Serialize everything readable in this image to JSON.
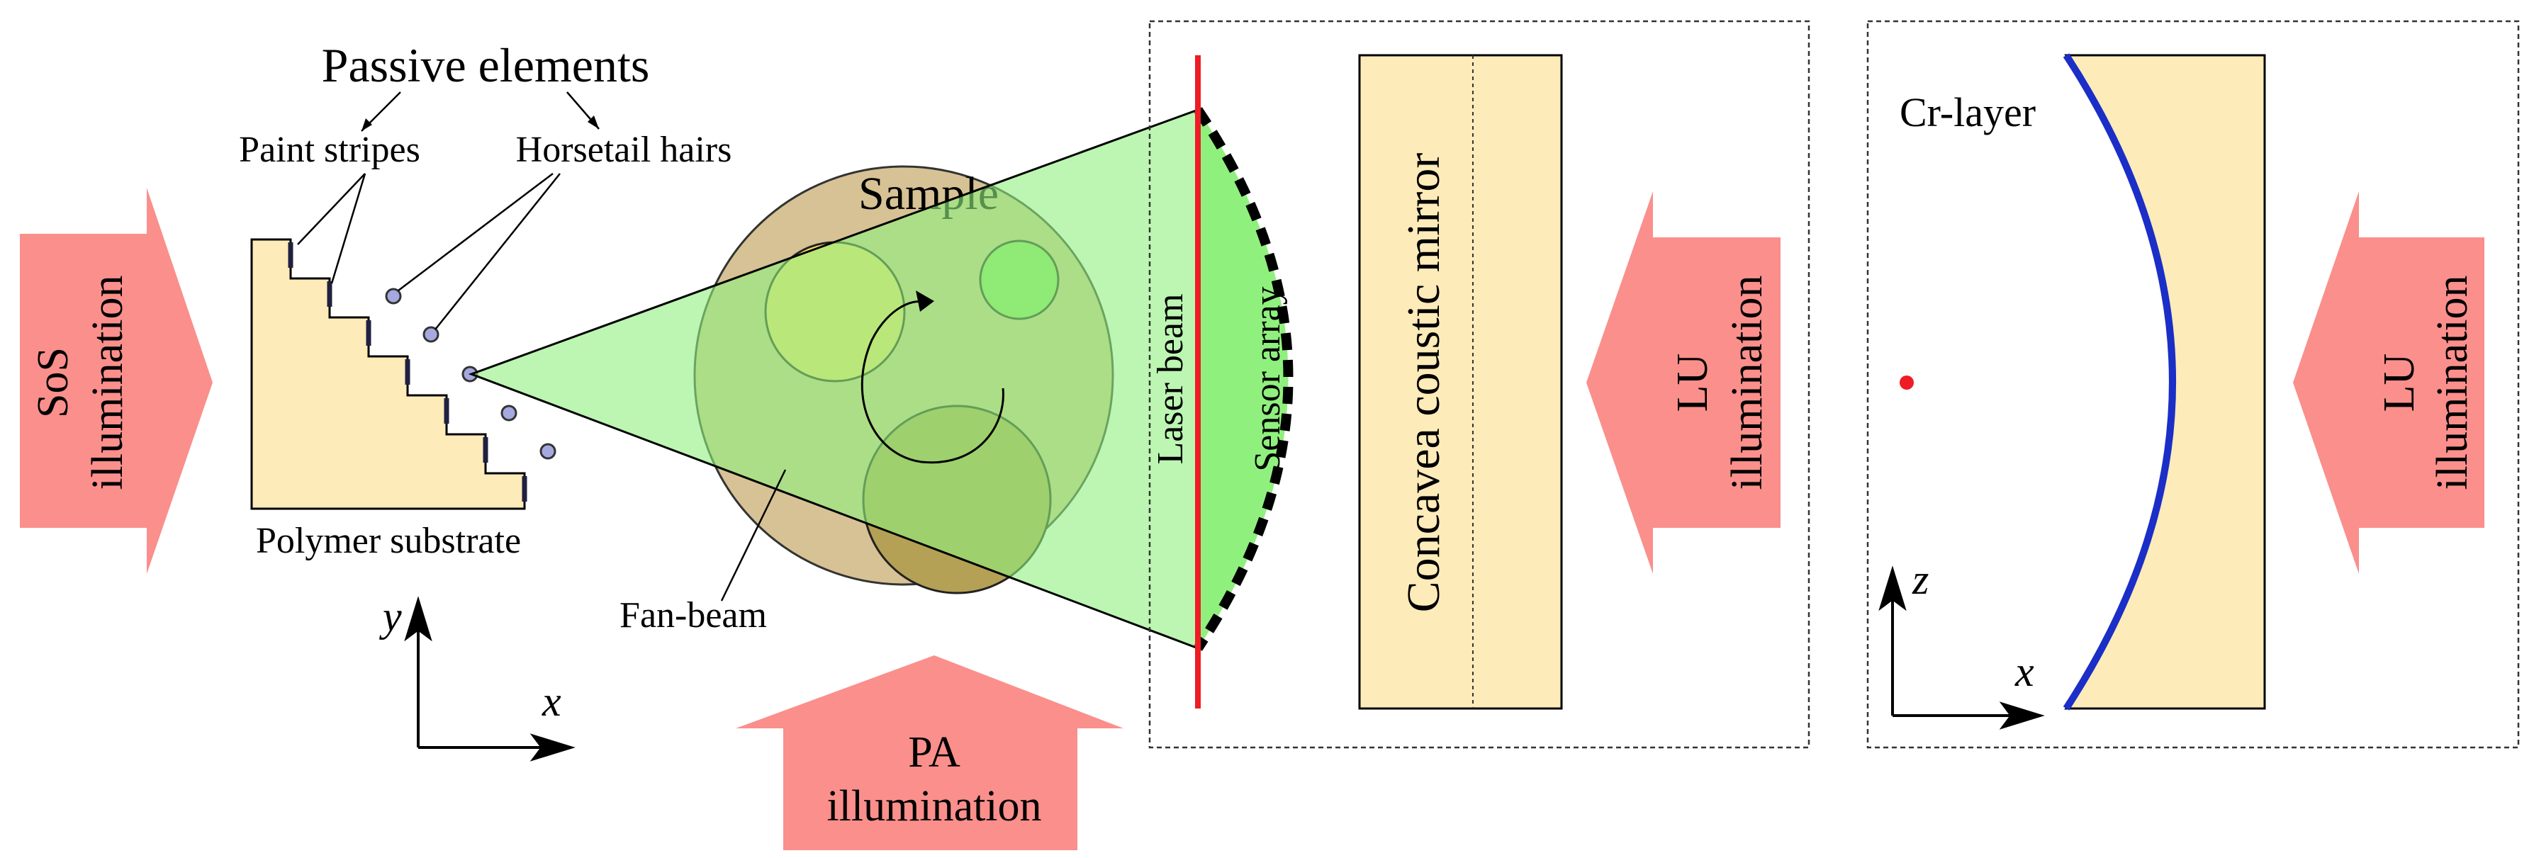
{
  "labels": {
    "passive_elements": "Passive elements",
    "paint_stripes": "Paint stripes",
    "horsetail_hairs": "Horsetail hairs",
    "polymer_substrate": "Polymer substrate",
    "sample": "Sample",
    "fan_beam": "Fan-beam",
    "laser_beam": "Laser beam",
    "sensor_array": "Sensor array",
    "concave_mirror": "Concavea coustic mirror",
    "cr_layer": "Cr-layer"
  },
  "arrows": {
    "sos": {
      "line1": "SoS",
      "line2": "illumination"
    },
    "pa": {
      "line1": "PA",
      "line2": "illumination"
    },
    "lu_left": {
      "line1": "LU",
      "line2": "illumination"
    },
    "lu_right": {
      "line1": "LU",
      "line2": "illumination"
    }
  },
  "axes": {
    "left": {
      "x": "x",
      "y": "y"
    },
    "right": {
      "x": "x",
      "z": "z"
    }
  },
  "colors": {
    "illumination_arrow": "#fa8f8c",
    "substrate": "#fdebb9",
    "sample": "#d6c294",
    "fan_beam": "#90f07e",
    "laser_beam": "#ee1c24",
    "cr_layer": "#1b2ec7",
    "mirror": "#fdebb9",
    "hair_dot": "#a6a9df"
  }
}
